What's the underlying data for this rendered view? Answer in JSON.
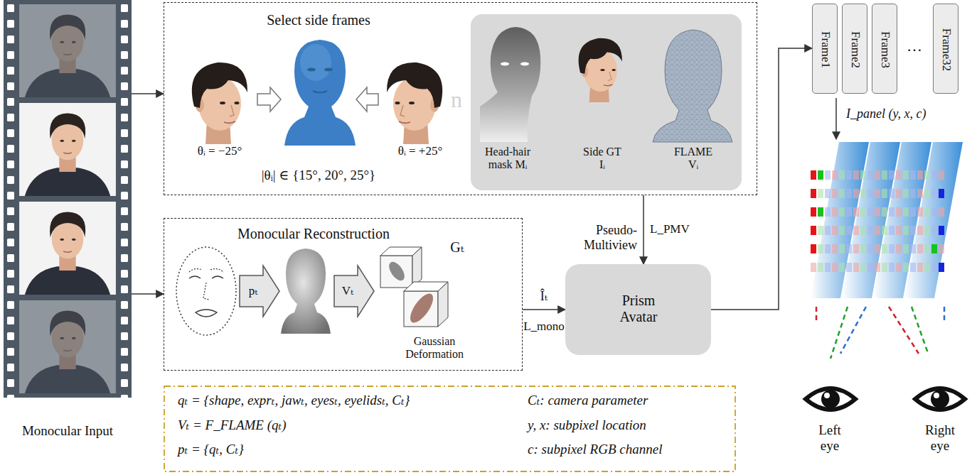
{
  "diagram": {
    "nodes": [
      {
        "text": [
          "Monocular Input"
        ]
      },
      {
        "text": [
          "Select side frames",
          "θᵢ = −25°",
          "θᵢ = +25°",
          "|θᵢ| ∈ {15°, 20°, 25°}"
        ]
      },
      {
        "text": [
          "Head-hair mask Mᵢ",
          "Side GT Iᵢ",
          "FLAME Vᵢ"
        ],
        "in": 1
      },
      {
        "text": [
          "Monocular Reconstruction",
          "pₜ",
          "Vₜ",
          "Gₜ",
          "Gaussian Deformation"
        ]
      },
      {
        "text": [
          "Prism Avatar"
        ]
      },
      {
        "text": [
          "Frame1"
        ]
      },
      {
        "text": [
          "Frame2"
        ]
      },
      {
        "text": [
          "Frame3"
        ]
      },
      {
        "text": [
          "Frame32"
        ]
      },
      {
        "text": [
          "qₜ = {shape, exprₜ, jawₜ, eyesₜ, eyelidsₜ, Cₜ}",
          "Vₜ = F_FLAME (qₜ)",
          "pₜ = {qₜ, Cₜ}",
          "Cₜ: camera parameter",
          "y, x: subpixel location",
          "c: subpixel RGB channel"
        ]
      }
    ],
    "edges": [
      {
        "from": 0,
        "to": 1,
        "arrow": "to"
      },
      {
        "from": 0,
        "to": 3,
        "arrow": "to"
      },
      {
        "from": 3,
        "to": 4,
        "label": "Îₜ",
        "arrow": "to"
      },
      {
        "from": 1,
        "to": 4,
        "label": "L_PMV",
        "arrow": "to"
      },
      {
        "from": 4,
        "to": 5,
        "arrow": "to"
      }
    ],
    "labels": [
      "n",
      "L_mono",
      "Pseudo-Multiview",
      "…",
      "I_panel (y, x, c)",
      "Left eye",
      "Right eye"
    ]
  }
}
